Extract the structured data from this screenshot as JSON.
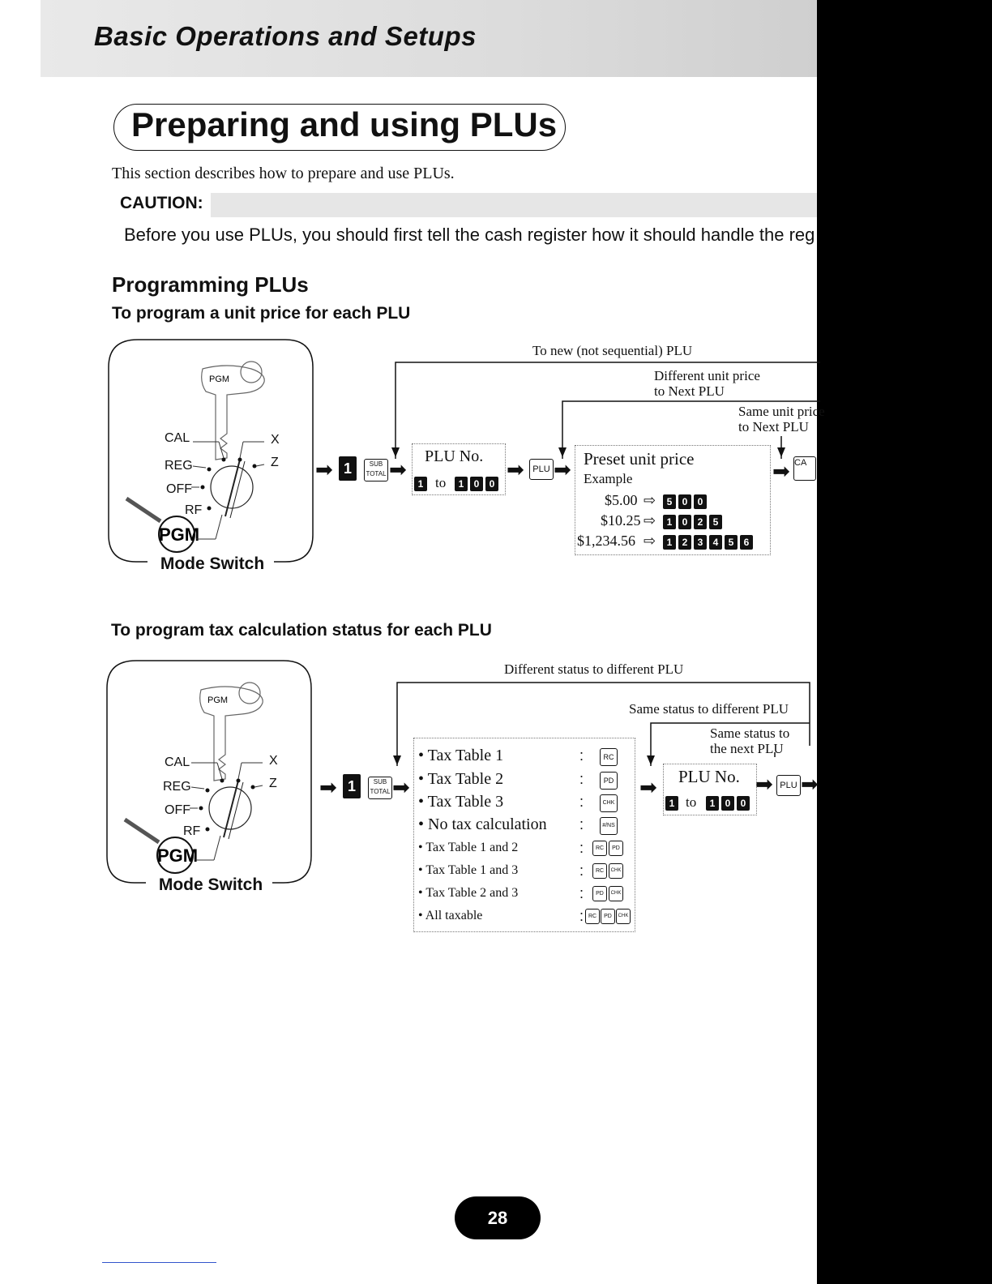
{
  "header": {
    "title": "Basic Operations and Setups"
  },
  "page_title": "Preparing and using PLUs",
  "intro": "This section describes how to prepare and use PLUs.",
  "caution": {
    "label": "CAUTION:",
    "text": "Before you use PLUs, you should first tell the cash register how it should handle the reg"
  },
  "section": {
    "title": "Programming PLUs",
    "sub1": "To program a unit price for each PLU",
    "sub2": "To program tax calculation status for each PLU"
  },
  "mode_switch": {
    "label": "Mode Switch",
    "key_label": "PGM",
    "positions": [
      "CAL",
      "REG",
      "OFF",
      "RF",
      "X",
      "Z"
    ],
    "badge": "PGM"
  },
  "diagram1": {
    "loop_new": "To new (not sequential) PLU",
    "loop_diff_1": "Different unit price",
    "loop_diff_2": "to Next PLU",
    "loop_same_1": "Same unit price",
    "loop_same_2": "to Next PLU",
    "key_1": "1",
    "subtotal_key": "SUB TOTAL",
    "plu_no": "PLU No.",
    "plu_from": "1",
    "plu_to_word": "to",
    "plu_to": [
      "1",
      "0",
      "0"
    ],
    "plu_key": "PLU",
    "preset_title": "Preset unit price",
    "example": "Example",
    "examples": [
      {
        "price": "$5.00",
        "keys": [
          "5",
          "0",
          "0"
        ]
      },
      {
        "price": "$10.25",
        "keys": [
          "1",
          "0",
          "2",
          "5"
        ]
      },
      {
        "price": "$1,234.56",
        "keys": [
          "1",
          "2",
          "3",
          "4",
          "5",
          "6"
        ]
      }
    ],
    "cash_key": "CA"
  },
  "diagram2": {
    "loop_diff": "Different status to different PLU",
    "loop_same": "Same status to different PLU",
    "loop_next_1": "Same status to",
    "loop_next_2": "the next PLU",
    "key_1": "1",
    "subtotal_key": "SUB TOTAL",
    "tax_rows": [
      {
        "label": "• Tax Table 1",
        "keys": [
          "RC"
        ]
      },
      {
        "label": "• Tax Table 2",
        "keys": [
          "PD"
        ]
      },
      {
        "label": "• Tax Table 3",
        "keys": [
          "CHK"
        ]
      },
      {
        "label": "• No tax calculation",
        "keys": [
          "#/NS"
        ]
      },
      {
        "label": "• Tax Table 1 and 2",
        "keys": [
          "RC",
          "PD"
        ]
      },
      {
        "label": "• Tax Table 1 and 3",
        "keys": [
          "RC",
          "CHK"
        ]
      },
      {
        "label": "• Tax Table 2 and 3",
        "keys": [
          "PD",
          "CHK"
        ]
      },
      {
        "label": "• All taxable",
        "keys": [
          "RC",
          "PD",
          "CHK"
        ]
      }
    ],
    "colon": ":",
    "plu_no": "PLU No.",
    "plu_from": "1",
    "plu_to_word": "to",
    "plu_to": [
      "1",
      "0",
      "0"
    ],
    "plu_key": "PLU"
  },
  "page_number": "28"
}
